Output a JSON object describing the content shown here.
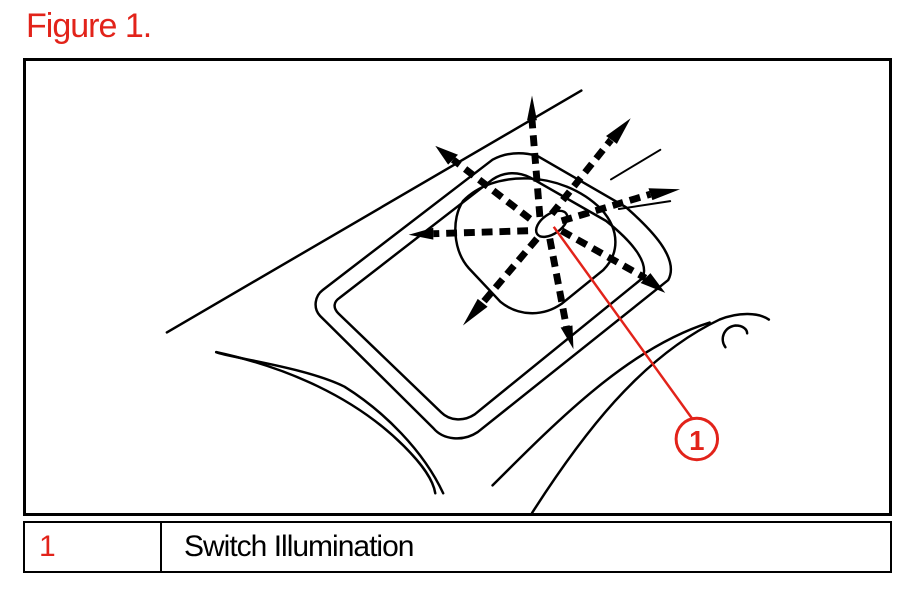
{
  "figure": {
    "title": "Figure 1."
  },
  "callout": {
    "number": "1"
  },
  "legend": {
    "number": "1",
    "description": "Switch Illumination"
  },
  "colors": {
    "accent": "#e2231a",
    "line": "#000000",
    "background": "#ffffff"
  }
}
